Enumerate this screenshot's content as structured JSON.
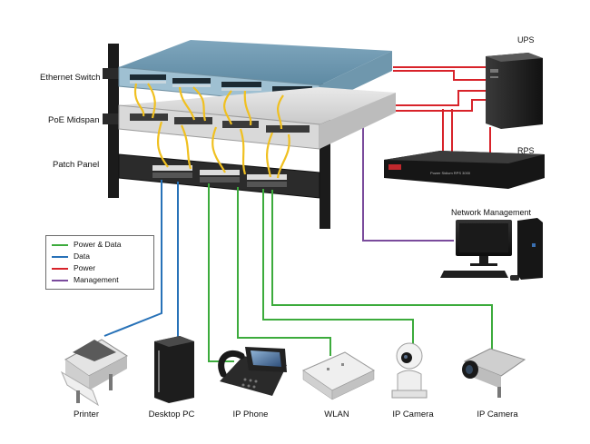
{
  "rack": {
    "ethernet_switch": "Ethernet Switch",
    "poe_midspan": "PoE Midspan",
    "patch_panel": "Patch Panel"
  },
  "equipment": {
    "ups": "UPS",
    "rps": "RPS",
    "network_management": "Network Management",
    "rps_brand": "Power Sidium RPS 3000"
  },
  "devices": {
    "printer": "Printer",
    "desktop_pc": "Desktop PC",
    "ip_phone": "IP Phone",
    "wlan": "WLAN",
    "ip_camera_1": "IP Camera",
    "ip_camera_2": "IP Camera"
  },
  "legend": {
    "items": [
      {
        "label": "Power & Data",
        "color": "#3cab3c"
      },
      {
        "label": "Data",
        "color": "#2872b8"
      },
      {
        "label": "Power",
        "color": "#d8232a"
      },
      {
        "label": "Management",
        "color": "#7a4b9c"
      }
    ]
  }
}
